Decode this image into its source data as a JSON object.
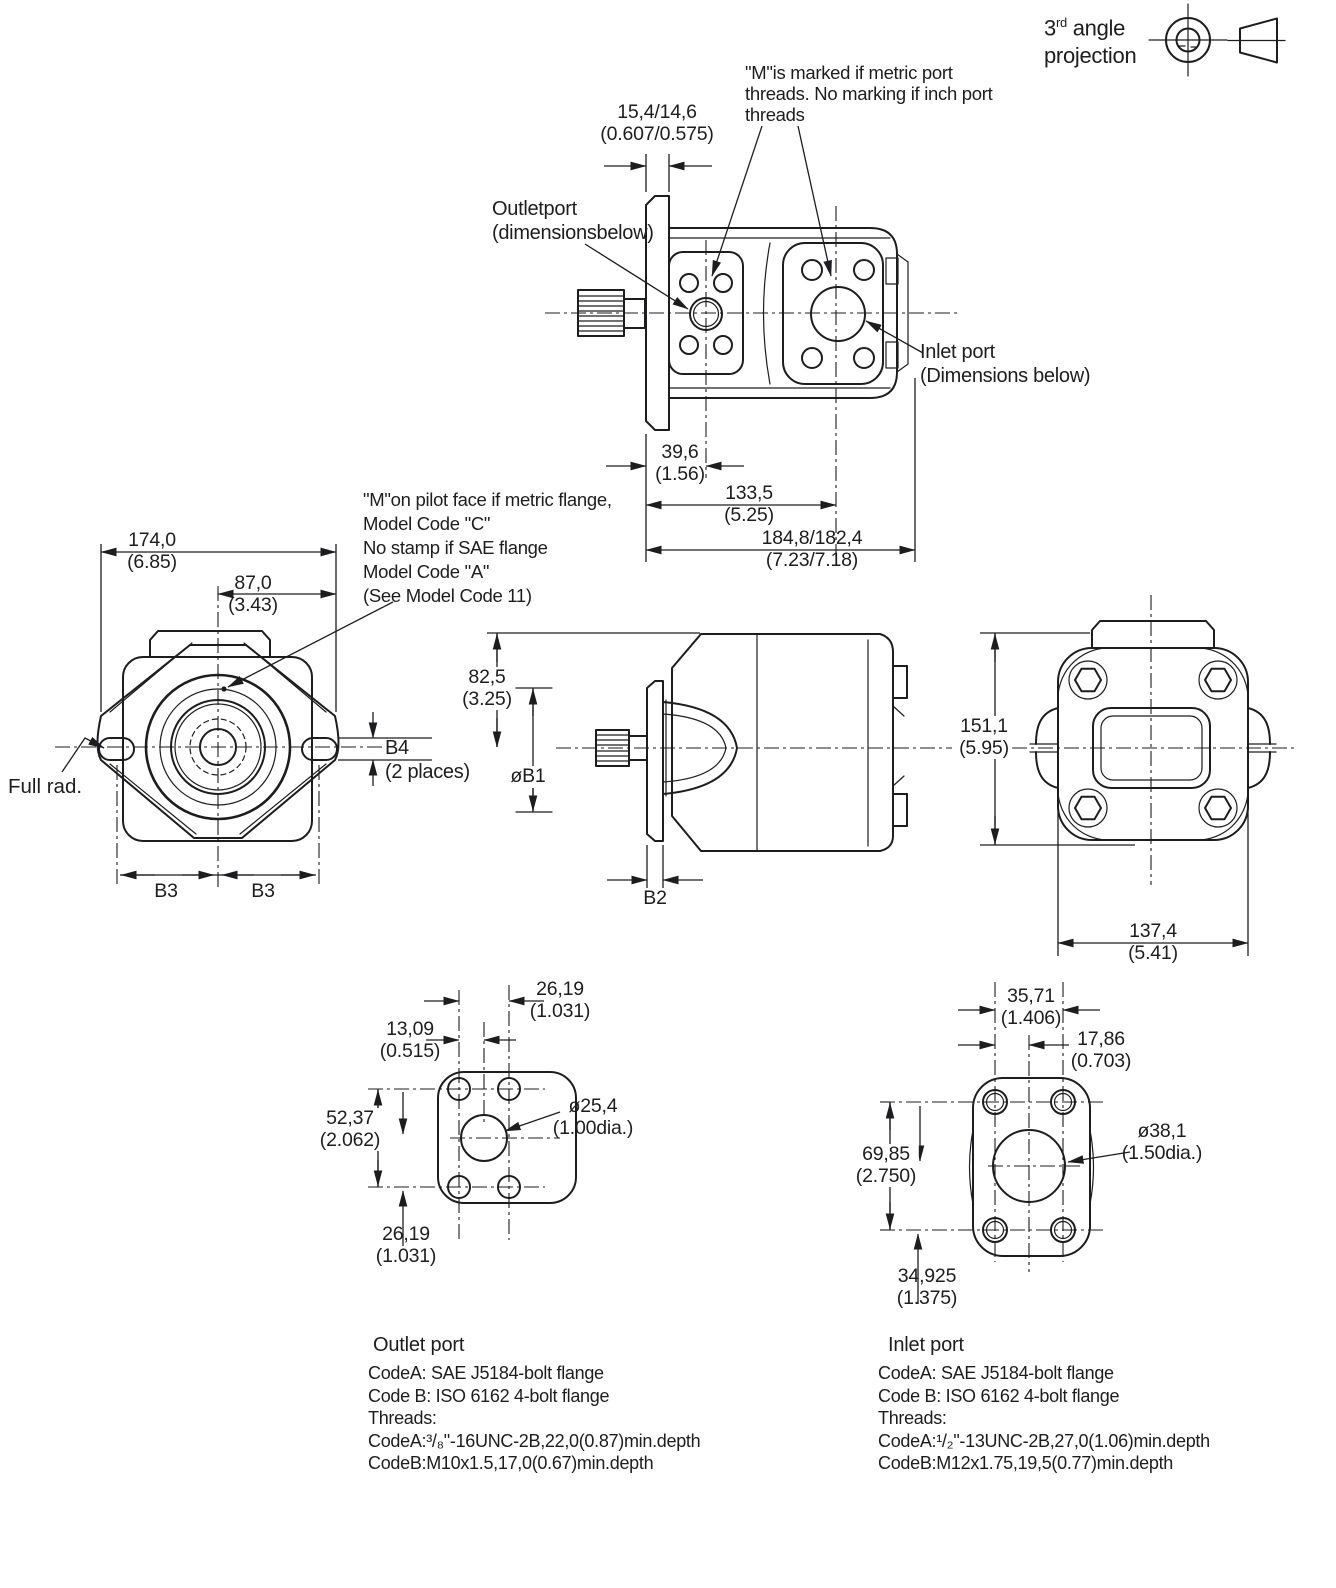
{
  "colors": {
    "ink": "#1d1d1f",
    "paper": "#ffffff"
  },
  "projection": {
    "num": "3",
    "sup": "rd",
    "rest": " angle",
    "line2": "projection"
  },
  "top_view": {
    "note_metric": [
      "\"M\"is marked if metric port",
      "threads. No marking if inch port",
      "threads"
    ],
    "outlet_label": [
      "Outletport",
      "(dimensionsbelow)"
    ],
    "inlet_label": [
      "Inlet port",
      "(Dimensions below)"
    ],
    "dim_flange": {
      "mm": "15,4/14,6",
      "in": "(0.607/0.575)"
    },
    "dim_396": {
      "mm": "39,6",
      "in": "(1.56)"
    },
    "dim_1335": {
      "mm": "133,5",
      "in": "(5.25)"
    },
    "dim_1848": {
      "mm": "184,8/182,4",
      "in": "(7.23/7.18)"
    }
  },
  "front_view": {
    "dim_174": {
      "mm": "174,0",
      "in": "(6.85)"
    },
    "dim_87": {
      "mm": "87,0",
      "in": "(3.43)"
    },
    "pilot_note": [
      "\"M\"on pilot face if metric flange,",
      "Model Code \"C\"",
      "No stamp if SAE flange",
      "Model Code \"A\"",
      "(See Model Code 11)"
    ],
    "full_rad": "Full rad.",
    "b4": [
      "B4",
      "(2 places)"
    ],
    "b3_left": "B3",
    "b3_right": "B3"
  },
  "side_view": {
    "dim_825": {
      "mm": "82,5",
      "in": "(3.25)"
    },
    "b1": "øB1",
    "b2": "B2"
  },
  "rear_view": {
    "dim_1511": {
      "mm": "151,1",
      "in": "(5.95)"
    },
    "dim_1374": {
      "mm": "137,4",
      "in": "(5.41)"
    }
  },
  "outlet_detail": {
    "dim_2619_top": {
      "mm": "26,19",
      "in": "(1.031)"
    },
    "dim_1309": {
      "mm": "13,09",
      "in": "(0.515)"
    },
    "dim_5237": {
      "mm": "52,37",
      "in": "(2.062)"
    },
    "dim_dia254": {
      "mm": "ø25,4",
      "in": "(1.00dia.)"
    },
    "dim_2619_bot": {
      "mm": "26,19",
      "in": "(1.031)"
    }
  },
  "inlet_detail": {
    "dim_3571": {
      "mm": "35,71",
      "in": "(1.406)"
    },
    "dim_1786": {
      "mm": "17,86",
      "in": "(0.703)"
    },
    "dim_6985": {
      "mm": "69,85",
      "in": "(2.750)"
    },
    "dim_dia381": {
      "mm": "ø38,1",
      "in": "(1.50dia.)"
    },
    "dim_34925": {
      "mm": "34,925",
      "in": "(1.375)"
    }
  },
  "outlet_spec": {
    "title": "Outlet port",
    "lines": [
      "CodeA: SAE J5184-bolt flange",
      "Code B: ISO 6162 4-bolt flange",
      "Threads:",
      "CodeA:³/₈\"-16UNC-2B,22,0(0.87)min.depth",
      "CodeB:M10x1.5,17,0(0.67)min.depth"
    ]
  },
  "inlet_spec": {
    "title": "Inlet port",
    "lines": [
      "CodeA: SAE J5184-bolt flange",
      "Code B: ISO 6162 4-bolt flange",
      "Threads:",
      "CodeA:¹/₂\"-13UNC-2B,27,0(1.06)min.depth",
      "CodeB:M12x1.75,19,5(0.77)min.depth"
    ]
  }
}
